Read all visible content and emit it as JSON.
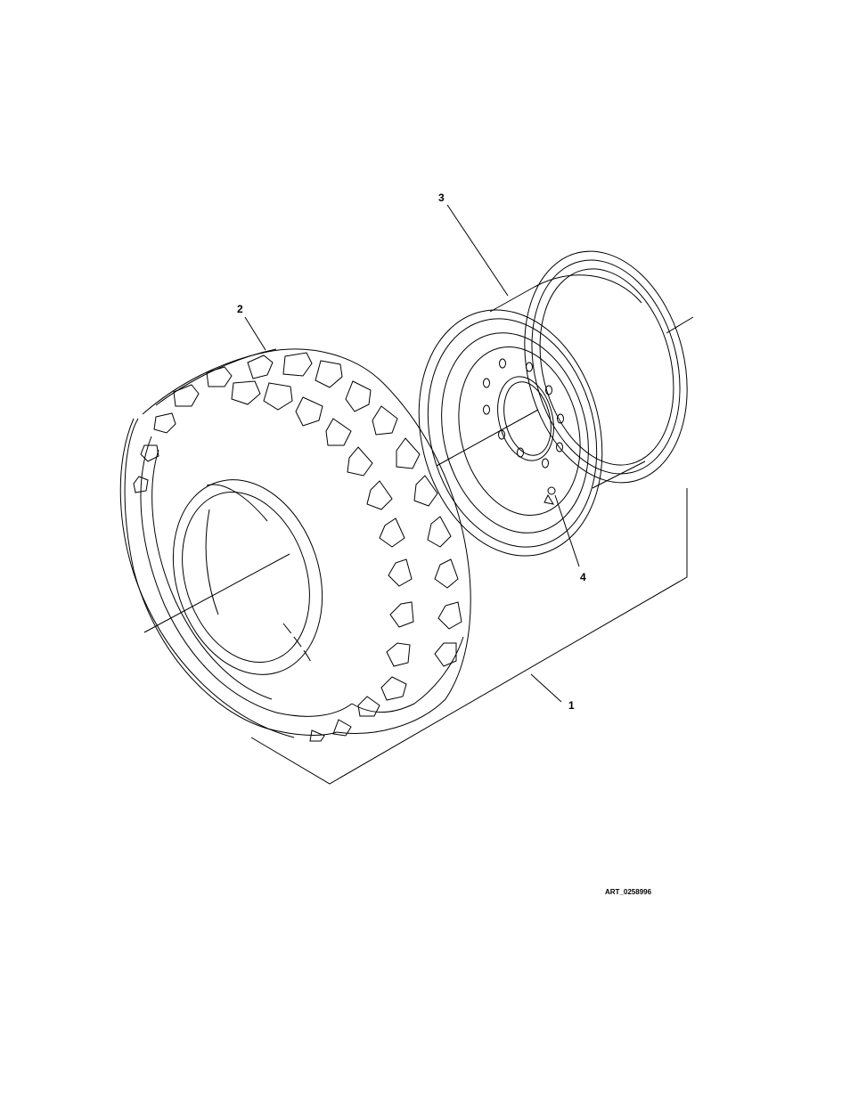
{
  "figure": {
    "art_id": "ART_0258996",
    "callouts": [
      {
        "label": "1",
        "part": "wheel-and-tire-assembly"
      },
      {
        "label": "2",
        "part": "tire"
      },
      {
        "label": "3",
        "part": "wheel-rim"
      },
      {
        "label": "4",
        "part": "valve-stem"
      }
    ]
  }
}
